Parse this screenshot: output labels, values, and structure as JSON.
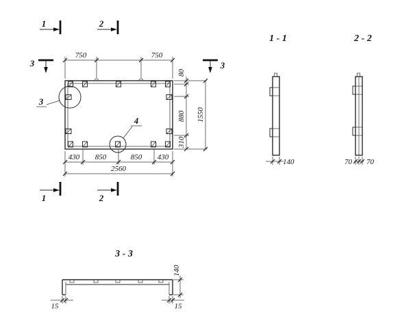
{
  "titles": {
    "s11": "1 - 1",
    "s22": "2 - 2",
    "s33": "3 - 3"
  },
  "markers": {
    "m1": "1",
    "m2": "2",
    "m3": "3"
  },
  "callouts": {
    "c3": "3",
    "c4": "4"
  },
  "plan_dims": {
    "top_750_left": "750",
    "top_750_right": "750",
    "right_80": "80",
    "right_880": "880",
    "right_310": "310",
    "right_1550": "1550",
    "bot_430_l": "430",
    "bot_850_l": "850",
    "bot_850_r": "850",
    "bot_430_r": "430",
    "bot_2560": "2560"
  },
  "s11_dims": {
    "w": "140"
  },
  "s22_dims": {
    "l": "70",
    "r": "70"
  },
  "s33_dims": {
    "h": "140",
    "l": "15",
    "r": "15"
  }
}
